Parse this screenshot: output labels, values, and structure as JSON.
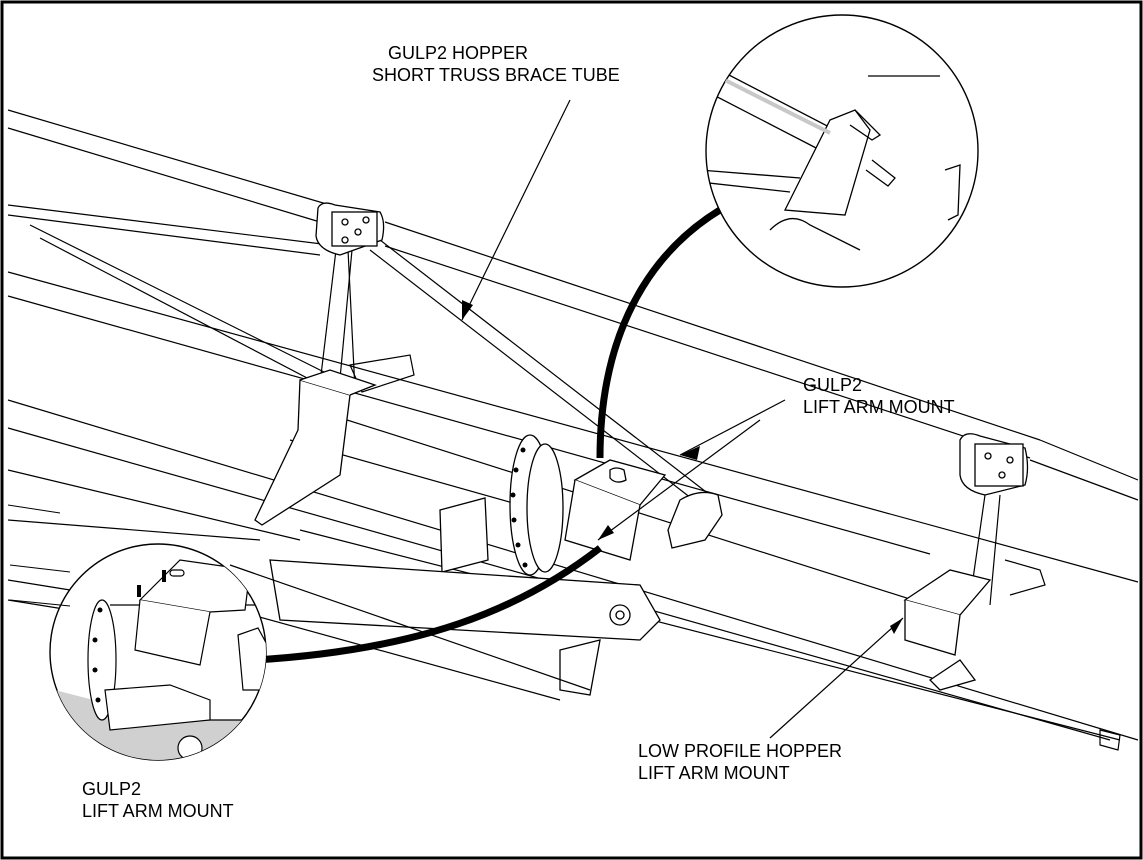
{
  "callouts": {
    "brace_tube": {
      "line1": "GULP2 HOPPER",
      "line2": "SHORT TRUSS BRACE TUBE"
    },
    "lift_arm_mount_right": {
      "line1": "GULP2",
      "line2": "LIFT ARM MOUNT"
    },
    "low_profile_mount": {
      "line1": "LOW PROFILE HOPPER",
      "line2": "LIFT ARM MOUNT"
    },
    "lift_arm_mount_detail": {
      "line1": "GULP2",
      "line2": "LIFT ARM MOUNT"
    }
  },
  "colors": {
    "ink": "#000000",
    "paper": "#ffffff",
    "shade": "#d0d0d0"
  }
}
